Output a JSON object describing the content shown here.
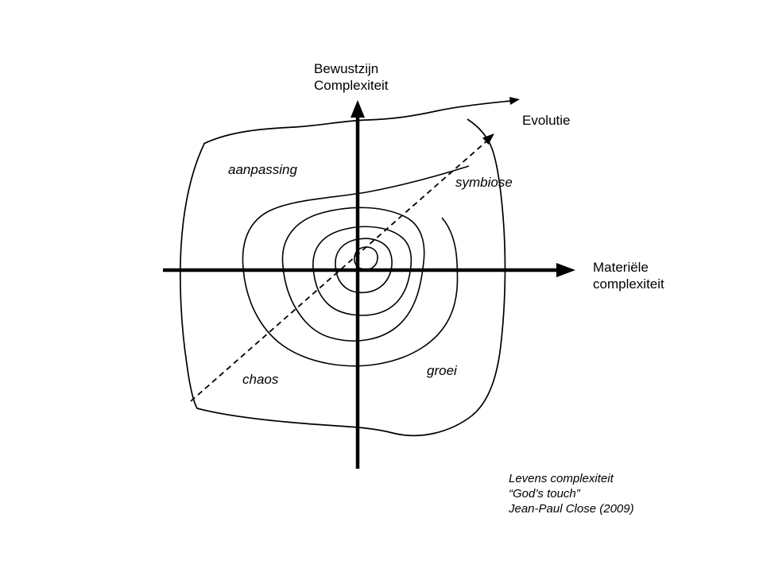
{
  "diagram": {
    "title_implied": "",
    "y_axis": {
      "label_line1": "Bewustzijn",
      "label_line2": "Complexiteit"
    },
    "x_axis": {
      "label_line1": "Materiële",
      "label_line2": "complexiteit"
    },
    "evolution_label": "Evolutie",
    "quadrants": {
      "top_left": "aanpassing",
      "top_right": "symbiose",
      "bottom_left": "chaos",
      "bottom_right": "groei"
    },
    "caption": {
      "line1": "Levens complexiteit",
      "line2": "“God’s touch”",
      "line3": "Jean-Paul Close (2009)"
    },
    "colors": {
      "stroke": "#000000",
      "background": "#ffffff"
    }
  }
}
